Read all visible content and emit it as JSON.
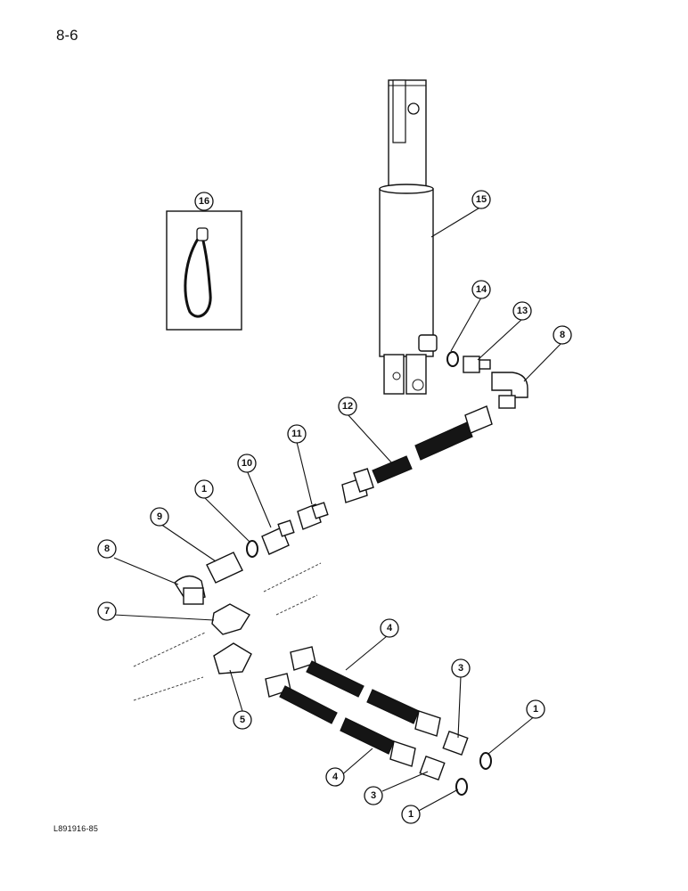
{
  "page_number": "8-6",
  "figure_code": "L891916-85",
  "callouts": [
    {
      "id": "c16",
      "label": "16"
    },
    {
      "id": "c15",
      "label": "15"
    },
    {
      "id": "c14",
      "label": "14"
    },
    {
      "id": "c13",
      "label": "13"
    },
    {
      "id": "c8a",
      "label": "8"
    },
    {
      "id": "c12",
      "label": "12"
    },
    {
      "id": "c11",
      "label": "11"
    },
    {
      "id": "c10",
      "label": "10"
    },
    {
      "id": "c1a",
      "label": "1"
    },
    {
      "id": "c9",
      "label": "9"
    },
    {
      "id": "c8b",
      "label": "8"
    },
    {
      "id": "c7",
      "label": "7"
    },
    {
      "id": "c5",
      "label": "5"
    },
    {
      "id": "c4a",
      "label": "4"
    },
    {
      "id": "c3a",
      "label": "3"
    },
    {
      "id": "c1b",
      "label": "1"
    },
    {
      "id": "c4b",
      "label": "4"
    },
    {
      "id": "c3b",
      "label": "3"
    },
    {
      "id": "c1c",
      "label": "1"
    }
  ]
}
